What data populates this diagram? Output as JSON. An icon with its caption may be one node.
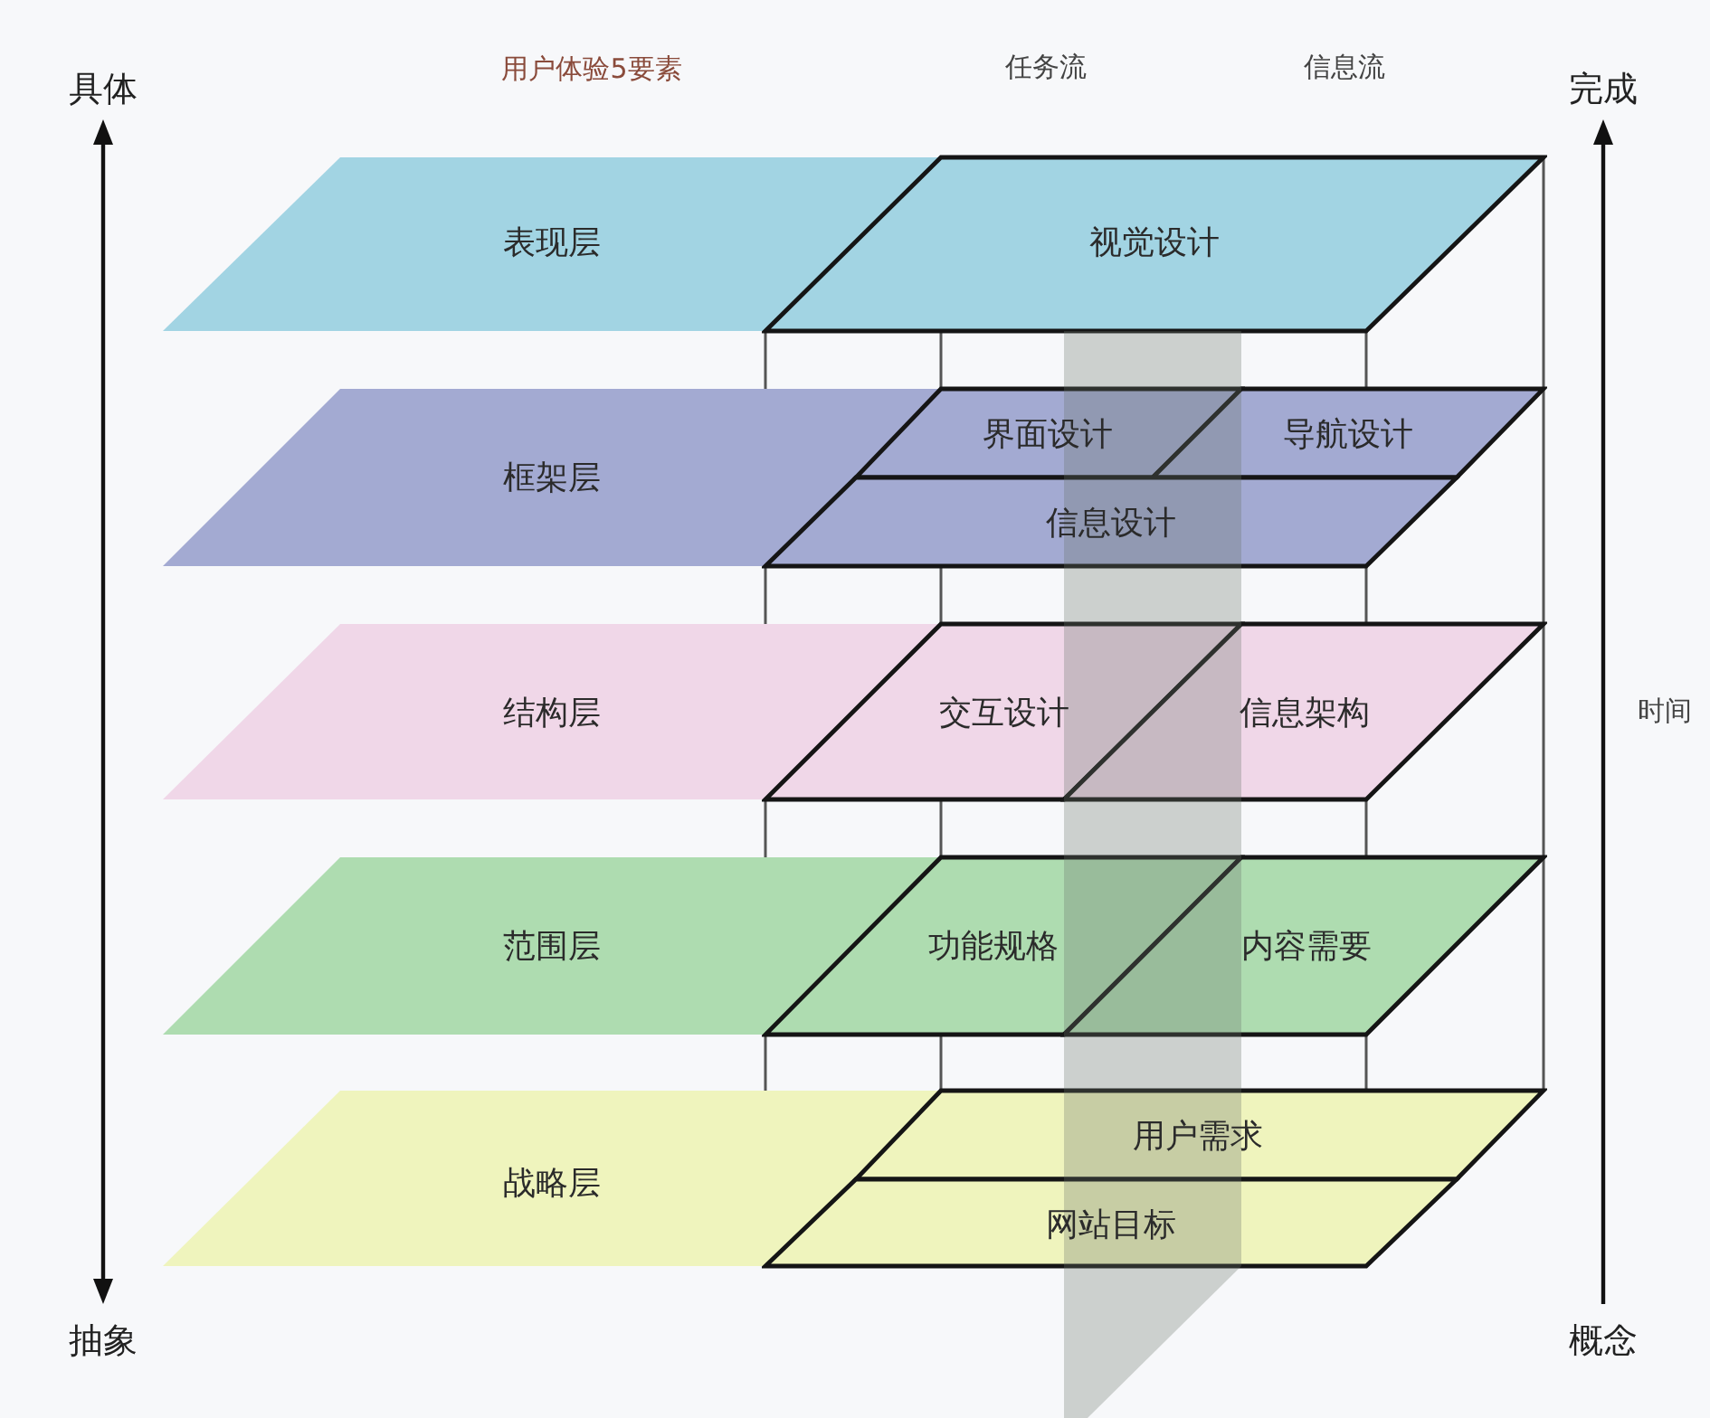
{
  "diagram": {
    "nodes": [
      {
        "text": [
          "表现层"
        ]
      },
      {
        "text": [
          "视觉设计"
        ],
        "in": 0
      },
      {
        "text": [
          "框架层"
        ]
      },
      {
        "text": [
          "界面设计"
        ],
        "in": 2
      },
      {
        "text": [
          "导航设计"
        ],
        "in": 2
      },
      {
        "text": [
          "信息设计"
        ],
        "in": 2
      },
      {
        "text": [
          "结构层"
        ]
      },
      {
        "text": [
          "交互设计"
        ],
        "in": 6
      },
      {
        "text": [
          "信息架构"
        ],
        "in": 6
      },
      {
        "text": [
          "范围层"
        ]
      },
      {
        "text": [
          "功能规格"
        ],
        "in": 9
      },
      {
        "text": [
          "内容需要"
        ],
        "in": 9
      },
      {
        "text": [
          "战略层"
        ]
      },
      {
        "text": [
          "用户需求"
        ],
        "in": 12
      },
      {
        "text": [
          "网站目标"
        ],
        "in": 12
      }
    ],
    "labels": [
      "用户体验5要素",
      "任务流",
      "信息流",
      "具体",
      "完成",
      "时间",
      "抽象",
      "概念"
    ]
  }
}
